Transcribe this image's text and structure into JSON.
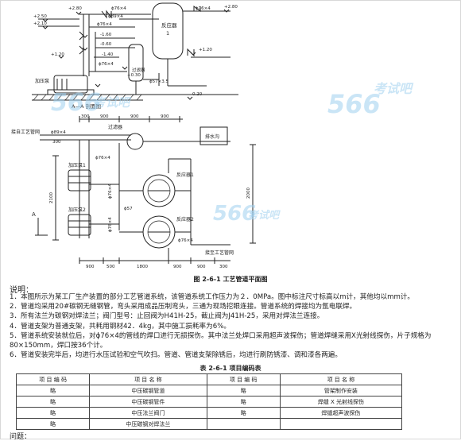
{
  "drawing": {
    "caption": "图 2-6-1   工艺管道平面图",
    "section": {
      "elev_280_left": "+2.80",
      "elev_250": "+2.50",
      "elev_210": "+2.10",
      "elev_160": "-1.60",
      "elev_030": "+0.30",
      "elev_060": "-0.60",
      "elev_140": "-1.40",
      "elev_120_left": "+1.20",
      "elev_120_right": "+1.20",
      "elev_280_right": "+2.80",
      "elev_020": "-0.20",
      "pipe_76_top": "ϕ76×4",
      "pipe_76_right": "ϕ76×4",
      "pipe_89": "ϕ89×4",
      "pipe_76_a": "ϕ76×4",
      "pipe_76_b": "ϕ76×4",
      "pipe_57": "ϕ57×3.5",
      "reactor_label": "反应器",
      "reactor_no": "1",
      "filter_label": "过滤器",
      "pump_label": "加压泵",
      "section_title": "A—A 剖面图"
    },
    "plan": {
      "from_pipe": "接自工艺管网",
      "to_pipe": "接至工艺管网",
      "pipe_89": "ϕ89×4",
      "pipe_76_1": "ϕ76×4",
      "pipe_76_2": "ϕ76×4",
      "pipe_76_3": "ϕ76×4",
      "pipe_76_4": "ϕ76×4",
      "pipe_57": "ϕ57",
      "filter": "过滤器",
      "drain": "排水沟",
      "pump1": "加压泵1",
      "pump2": "加压泵2",
      "reactor1": "反应器1",
      "reactor2": "反应器2",
      "section_mark": "A",
      "dim_2100": "2100",
      "dim_2000": "2000",
      "dim_300_v": "300",
      "top_dims": [
        "300",
        "900",
        "900",
        "900"
      ],
      "bottom_dims": [
        "900",
        "500",
        "1800",
        "900",
        "900"
      ],
      "bottom_small": "300"
    }
  },
  "notes": {
    "heading": "说明：",
    "lines": [
      "1．本图所示为某工厂生产装置的部分工艺管道系统，该管道系统工作压力为２．0MPa。图中标注尺寸标高以m计，其他均以mm计。",
      "2．管道均采用20#碳钢无缝钢管，弯头采用成品压制弯头，三通为现场挖眼连接。管道系统的焊接均为氩电联焊。",
      "3．所有法兰为碳钢对焊法兰；阀门型号：止回阀为H41H-25，截止阀为J41H-25，采用对焊法兰连接。",
      "4．管道支架为普通支架，共耗用钢材42．4kg，其中施工损耗率为6%。",
      "5．管道系统安装就位后，对ϕ76×4的管线的焊口进行无损探伤。其中法兰处焊口采用超声波探伤；管道焊缝采用X光射线探伤，片子规格为80×150mm，焊口按36个计。",
      "6．管道安装完毕后，均进行水压试验和空气吹扫。管道、管道支架除锈后，均进行刷防锈漆、调和漆各两遍。"
    ]
  },
  "table": {
    "title": "表 2-6-1   项目编码表",
    "headers": [
      "项 目 编 码",
      "项 目 名 称",
      "项 目 编 码",
      "项 目 名 称"
    ],
    "rows": [
      [
        "略",
        "中压碳钢管道",
        "略",
        "管架制作安装"
      ],
      [
        "略",
        "中压碳钢管件",
        "略",
        "焊缝 X 光射线探伤"
      ],
      [
        "略",
        "中压法兰阀门",
        "略",
        "焊缝超声波探伤"
      ],
      [
        "略",
        "中压碳钢对焊法兰",
        "",
        ""
      ]
    ]
  },
  "footer": {
    "label": "问题："
  },
  "watermarks": {
    "a": "566",
    "b": "考试吧",
    "c": "566",
    "d": "考试吧",
    "e": "566",
    "f": "考试吧"
  }
}
